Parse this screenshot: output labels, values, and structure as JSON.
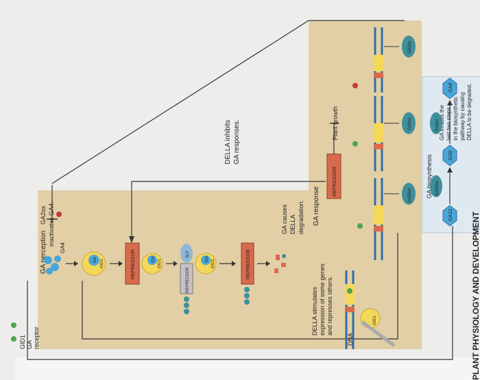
{
  "panel_left": {
    "ga_perception": "GA perception",
    "ga2ox_line1": "GA2ox",
    "ga2ox_line2": "inactivates GA4.",
    "ga4_label": "GA4",
    "ga": "GA",
    "gid1": "GID1",
    "repressor": "REPRESSOR",
    "sly": "SLY",
    "causes_line1": "GA causes",
    "causes_line2": "DELLA",
    "causes_line3": "degradation."
  },
  "receptor_legend": {
    "line1": "GID1",
    "line2": "GA",
    "line3": "receptor"
  },
  "della_inhibits": {
    "line1": "DELLA inhibits",
    "line2": "GA responses."
  },
  "panel_response": {
    "ga_response": "GA response",
    "repressor": "REPRESSOR",
    "plant_growth": "Plant growth",
    "stimulates_line1": "DELLA stimulates",
    "stimulates_line2": "expression of some genes",
    "stimulates_line3": "and represses others.",
    "dna": "DNA",
    "gid1": "GID1",
    "ga20ox": "GA20ox",
    "ga3ox": "GA3ox",
    "ga2ox": "GA2ox"
  },
  "panel_biosynthesis": {
    "title": "GA biosynthesis",
    "ga12": "GA12",
    "ga20ox": "GA20ox",
    "ga9": "GA9",
    "ga3ox": "GA3ox",
    "ga4": "GA4",
    "inhibit_line1": "GA inhibits the",
    "inhibit_line2": "last two steps",
    "inhibit_line3": "in the biosynthetic",
    "inhibit_line4": "pathway by causing",
    "inhibit_line5": "DELLA to be degraded."
  },
  "footer": {
    "text": "PLANT PHYSIOLOGY AND DEVELOPMENT"
  },
  "colors": {
    "panel_tan": "#e2cfa6",
    "panel_blue": "#dfe9f2",
    "ga_yellow": "#f4d85a",
    "gid1_blue": "#9fd7ee",
    "repressor_red": "#d96a4c",
    "enzyme_teal": "#3f8f9c",
    "ga_blue": "#4aa6d6",
    "dot_green": "#4fa64a",
    "dot_red": "#c63a3a"
  }
}
